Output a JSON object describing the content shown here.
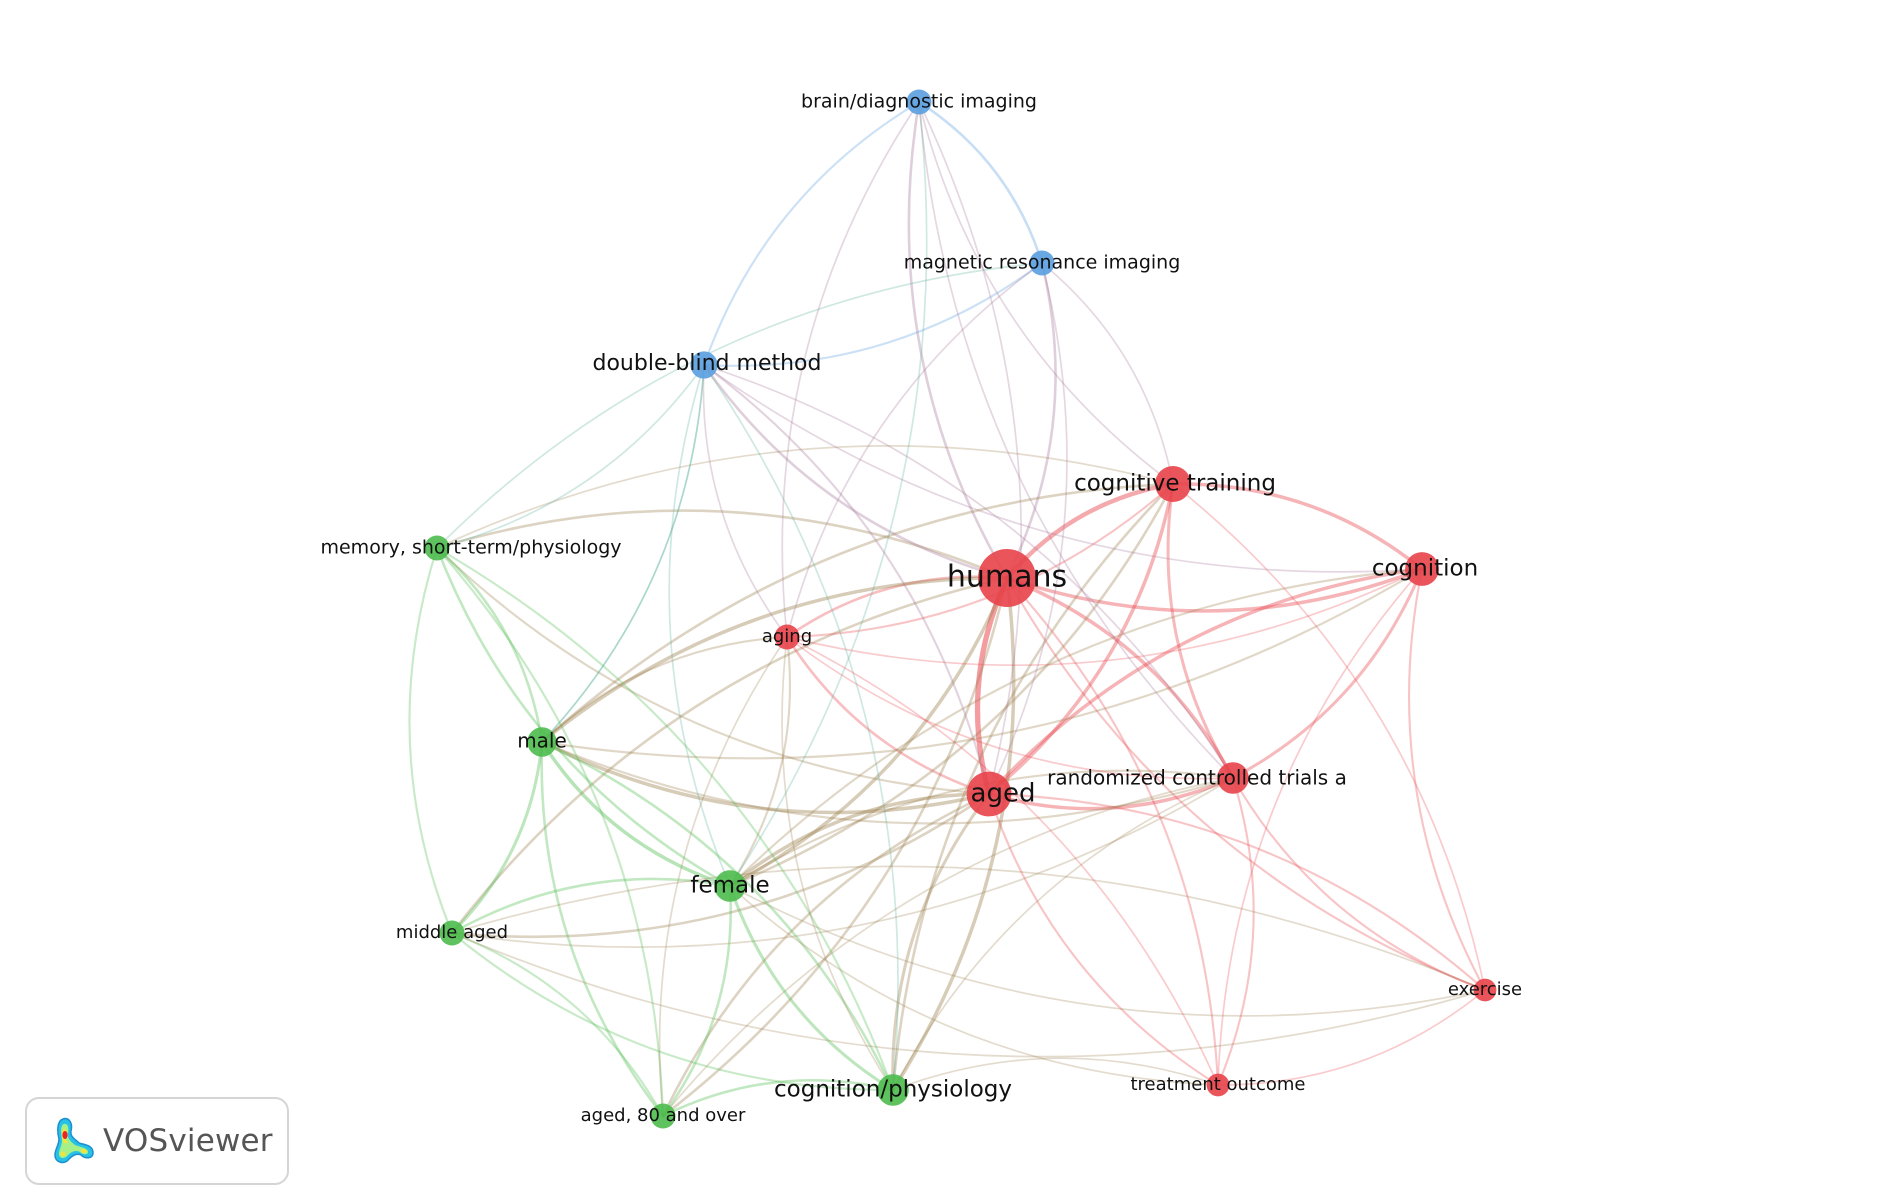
{
  "chart_data": {
    "type": "network",
    "clusters": [
      {
        "id": 1,
        "color": "#e8434a"
      },
      {
        "id": 2,
        "color": "#4cbb4c"
      },
      {
        "id": 3,
        "color": "#5a9fe0"
      }
    ],
    "nodes": [
      {
        "id": "humans",
        "label": "humans",
        "cluster": 1,
        "weight": 10
      },
      {
        "id": "aged",
        "label": "aged",
        "cluster": 1,
        "weight": 7
      },
      {
        "id": "cognitive_training",
        "label": "cognitive training",
        "cluster": 1,
        "weight": 5
      },
      {
        "id": "cognition",
        "label": "cognition",
        "cluster": 1,
        "weight": 4.5
      },
      {
        "id": "rct",
        "label": "randomized controlled trials a",
        "cluster": 1,
        "weight": 4
      },
      {
        "id": "aging",
        "label": "aging",
        "cluster": 1,
        "weight": 2.5
      },
      {
        "id": "exercise",
        "label": "exercise",
        "cluster": 1,
        "weight": 2
      },
      {
        "id": "treatment_outcome",
        "label": "treatment outcome",
        "cluster": 1,
        "weight": 2
      },
      {
        "id": "male",
        "label": "male",
        "cluster": 2,
        "weight": 3.5
      },
      {
        "id": "female",
        "label": "female",
        "cluster": 2,
        "weight": 4
      },
      {
        "id": "cognition_physiology",
        "label": "cognition/physiology",
        "cluster": 2,
        "weight": 4
      },
      {
        "id": "middle_aged",
        "label": "middle aged",
        "cluster": 2,
        "weight": 2.5
      },
      {
        "id": "aged80",
        "label": "aged, 80 and over",
        "cluster": 2,
        "weight": 2.5
      },
      {
        "id": "memory_st",
        "label": "memory, short-term/physiology",
        "cluster": 2,
        "weight": 2.5
      },
      {
        "id": "double_blind",
        "label": "double-blind method",
        "cluster": 3,
        "weight": 3
      },
      {
        "id": "mri",
        "label": "magnetic resonance imaging",
        "cluster": 3,
        "weight": 2.5
      },
      {
        "id": "brain_imaging",
        "label": "brain/diagnostic imaging",
        "cluster": 3,
        "weight": 2.5
      }
    ],
    "edges": [
      [
        "humans",
        "aged",
        5
      ],
      [
        "humans",
        "cognitive_training",
        4
      ],
      [
        "humans",
        "cognition",
        3
      ],
      [
        "humans",
        "rct",
        3
      ],
      [
        "humans",
        "aging",
        2
      ],
      [
        "humans",
        "female",
        3
      ],
      [
        "humans",
        "male",
        3
      ],
      [
        "humans",
        "cognition_physiology",
        3
      ],
      [
        "humans",
        "middle_aged",
        2
      ],
      [
        "humans",
        "aged80",
        2
      ],
      [
        "humans",
        "memory_st",
        2
      ],
      [
        "humans",
        "double_blind",
        2
      ],
      [
        "humans",
        "mri",
        2
      ],
      [
        "humans",
        "brain_imaging",
        2
      ],
      [
        "humans",
        "exercise",
        1.5
      ],
      [
        "humans",
        "treatment_outcome",
        1.5
      ],
      [
        "aged",
        "cognitive_training",
        3
      ],
      [
        "aged",
        "cognition",
        3
      ],
      [
        "aged",
        "rct",
        3
      ],
      [
        "aged",
        "aging",
        2
      ],
      [
        "aged",
        "female",
        3
      ],
      [
        "aged",
        "male",
        3
      ],
      [
        "aged",
        "cognition_physiology",
        2.5
      ],
      [
        "aged",
        "middle_aged",
        2
      ],
      [
        "aged",
        "aged80",
        2
      ],
      [
        "aged",
        "exercise",
        1.5
      ],
      [
        "aged",
        "treatment_outcome",
        1.5
      ],
      [
        "aged",
        "memory_st",
        1.5
      ],
      [
        "aged",
        "double_blind",
        1.5
      ],
      [
        "cognitive_training",
        "cognition",
        3
      ],
      [
        "cognitive_training",
        "rct",
        2.5
      ],
      [
        "cognitive_training",
        "female",
        2
      ],
      [
        "cognitive_training",
        "male",
        2
      ],
      [
        "cognitive_training",
        "aging",
        1.5
      ],
      [
        "cognitive_training",
        "cognition_physiology",
        2
      ],
      [
        "cognitive_training",
        "brain_imaging",
        1
      ],
      [
        "cognitive_training",
        "mri",
        1
      ],
      [
        "cognitive_training",
        "exercise",
        1
      ],
      [
        "cognitive_training",
        "memory_st",
        1
      ],
      [
        "cognition",
        "rct",
        2.5
      ],
      [
        "cognition",
        "exercise",
        1.5
      ],
      [
        "cognition",
        "aging",
        1
      ],
      [
        "cognition",
        "female",
        1.5
      ],
      [
        "cognition",
        "male",
        1.5
      ],
      [
        "cognition",
        "treatment_outcome",
        1
      ],
      [
        "cognition",
        "double_blind",
        1
      ],
      [
        "rct",
        "exercise",
        1.5
      ],
      [
        "rct",
        "treatment_outcome",
        1.5
      ],
      [
        "rct",
        "female",
        1.5
      ],
      [
        "rct",
        "male",
        1.5
      ],
      [
        "rct",
        "aged80",
        1
      ],
      [
        "rct",
        "aging",
        1
      ],
      [
        "rct",
        "double_blind",
        1
      ],
      [
        "rct",
        "middle_aged",
        1
      ],
      [
        "rct",
        "cognition_physiology",
        1
      ],
      [
        "female",
        "male",
        3
      ],
      [
        "female",
        "middle_aged",
        2
      ],
      [
        "female",
        "aged80",
        2
      ],
      [
        "female",
        "cognition_physiology",
        2.5
      ],
      [
        "female",
        "memory_st",
        2
      ],
      [
        "female",
        "aging",
        1.5
      ],
      [
        "female",
        "double_blind",
        1
      ],
      [
        "female",
        "exercise",
        1
      ],
      [
        "male",
        "middle_aged",
        2.5
      ],
      [
        "male",
        "aged80",
        2
      ],
      [
        "male",
        "cognition_physiology",
        2
      ],
      [
        "male",
        "memory_st",
        2
      ],
      [
        "male",
        "aging",
        1.5
      ],
      [
        "male",
        "double_blind",
        1
      ],
      [
        "middle_aged",
        "aged80",
        1.5
      ],
      [
        "middle_aged",
        "cognition_physiology",
        1.5
      ],
      [
        "middle_aged",
        "memory_st",
        1.5
      ],
      [
        "middle_aged",
        "exercise",
        1
      ],
      [
        "aged80",
        "cognition_physiology",
        2
      ],
      [
        "aged80",
        "memory_st",
        1.5
      ],
      [
        "aged80",
        "aging",
        1
      ],
      [
        "cognition_physiology",
        "memory_st",
        1.5
      ],
      [
        "cognition_physiology",
        "treatment_outcome",
        1
      ],
      [
        "cognition_physiology",
        "double_blind",
        1
      ],
      [
        "cognition_physiology",
        "aging",
        1
      ],
      [
        "memory_st",
        "double_blind",
        1
      ],
      [
        "memory_st",
        "mri",
        1
      ],
      [
        "double_blind",
        "mri",
        1.5
      ],
      [
        "double_blind",
        "brain_imaging",
        1.5
      ],
      [
        "double_blind",
        "aging",
        1
      ],
      [
        "double_blind",
        "male",
        1
      ],
      [
        "mri",
        "brain_imaging",
        2
      ],
      [
        "mri",
        "aged",
        1
      ],
      [
        "mri",
        "aging",
        1
      ],
      [
        "brain_imaging",
        "aged",
        1
      ],
      [
        "brain_imaging",
        "aging",
        1
      ],
      [
        "brain_imaging",
        "female",
        1
      ],
      [
        "brain_imaging",
        "rct",
        1
      ],
      [
        "exercise",
        "treatment_outcome",
        1
      ],
      [
        "exercise",
        "middle_aged",
        1
      ],
      [
        "treatment_outcome",
        "female",
        1
      ],
      [
        "treatment_outcome",
        "aging",
        1
      ]
    ]
  },
  "logo": {
    "text": "VOSviewer"
  }
}
